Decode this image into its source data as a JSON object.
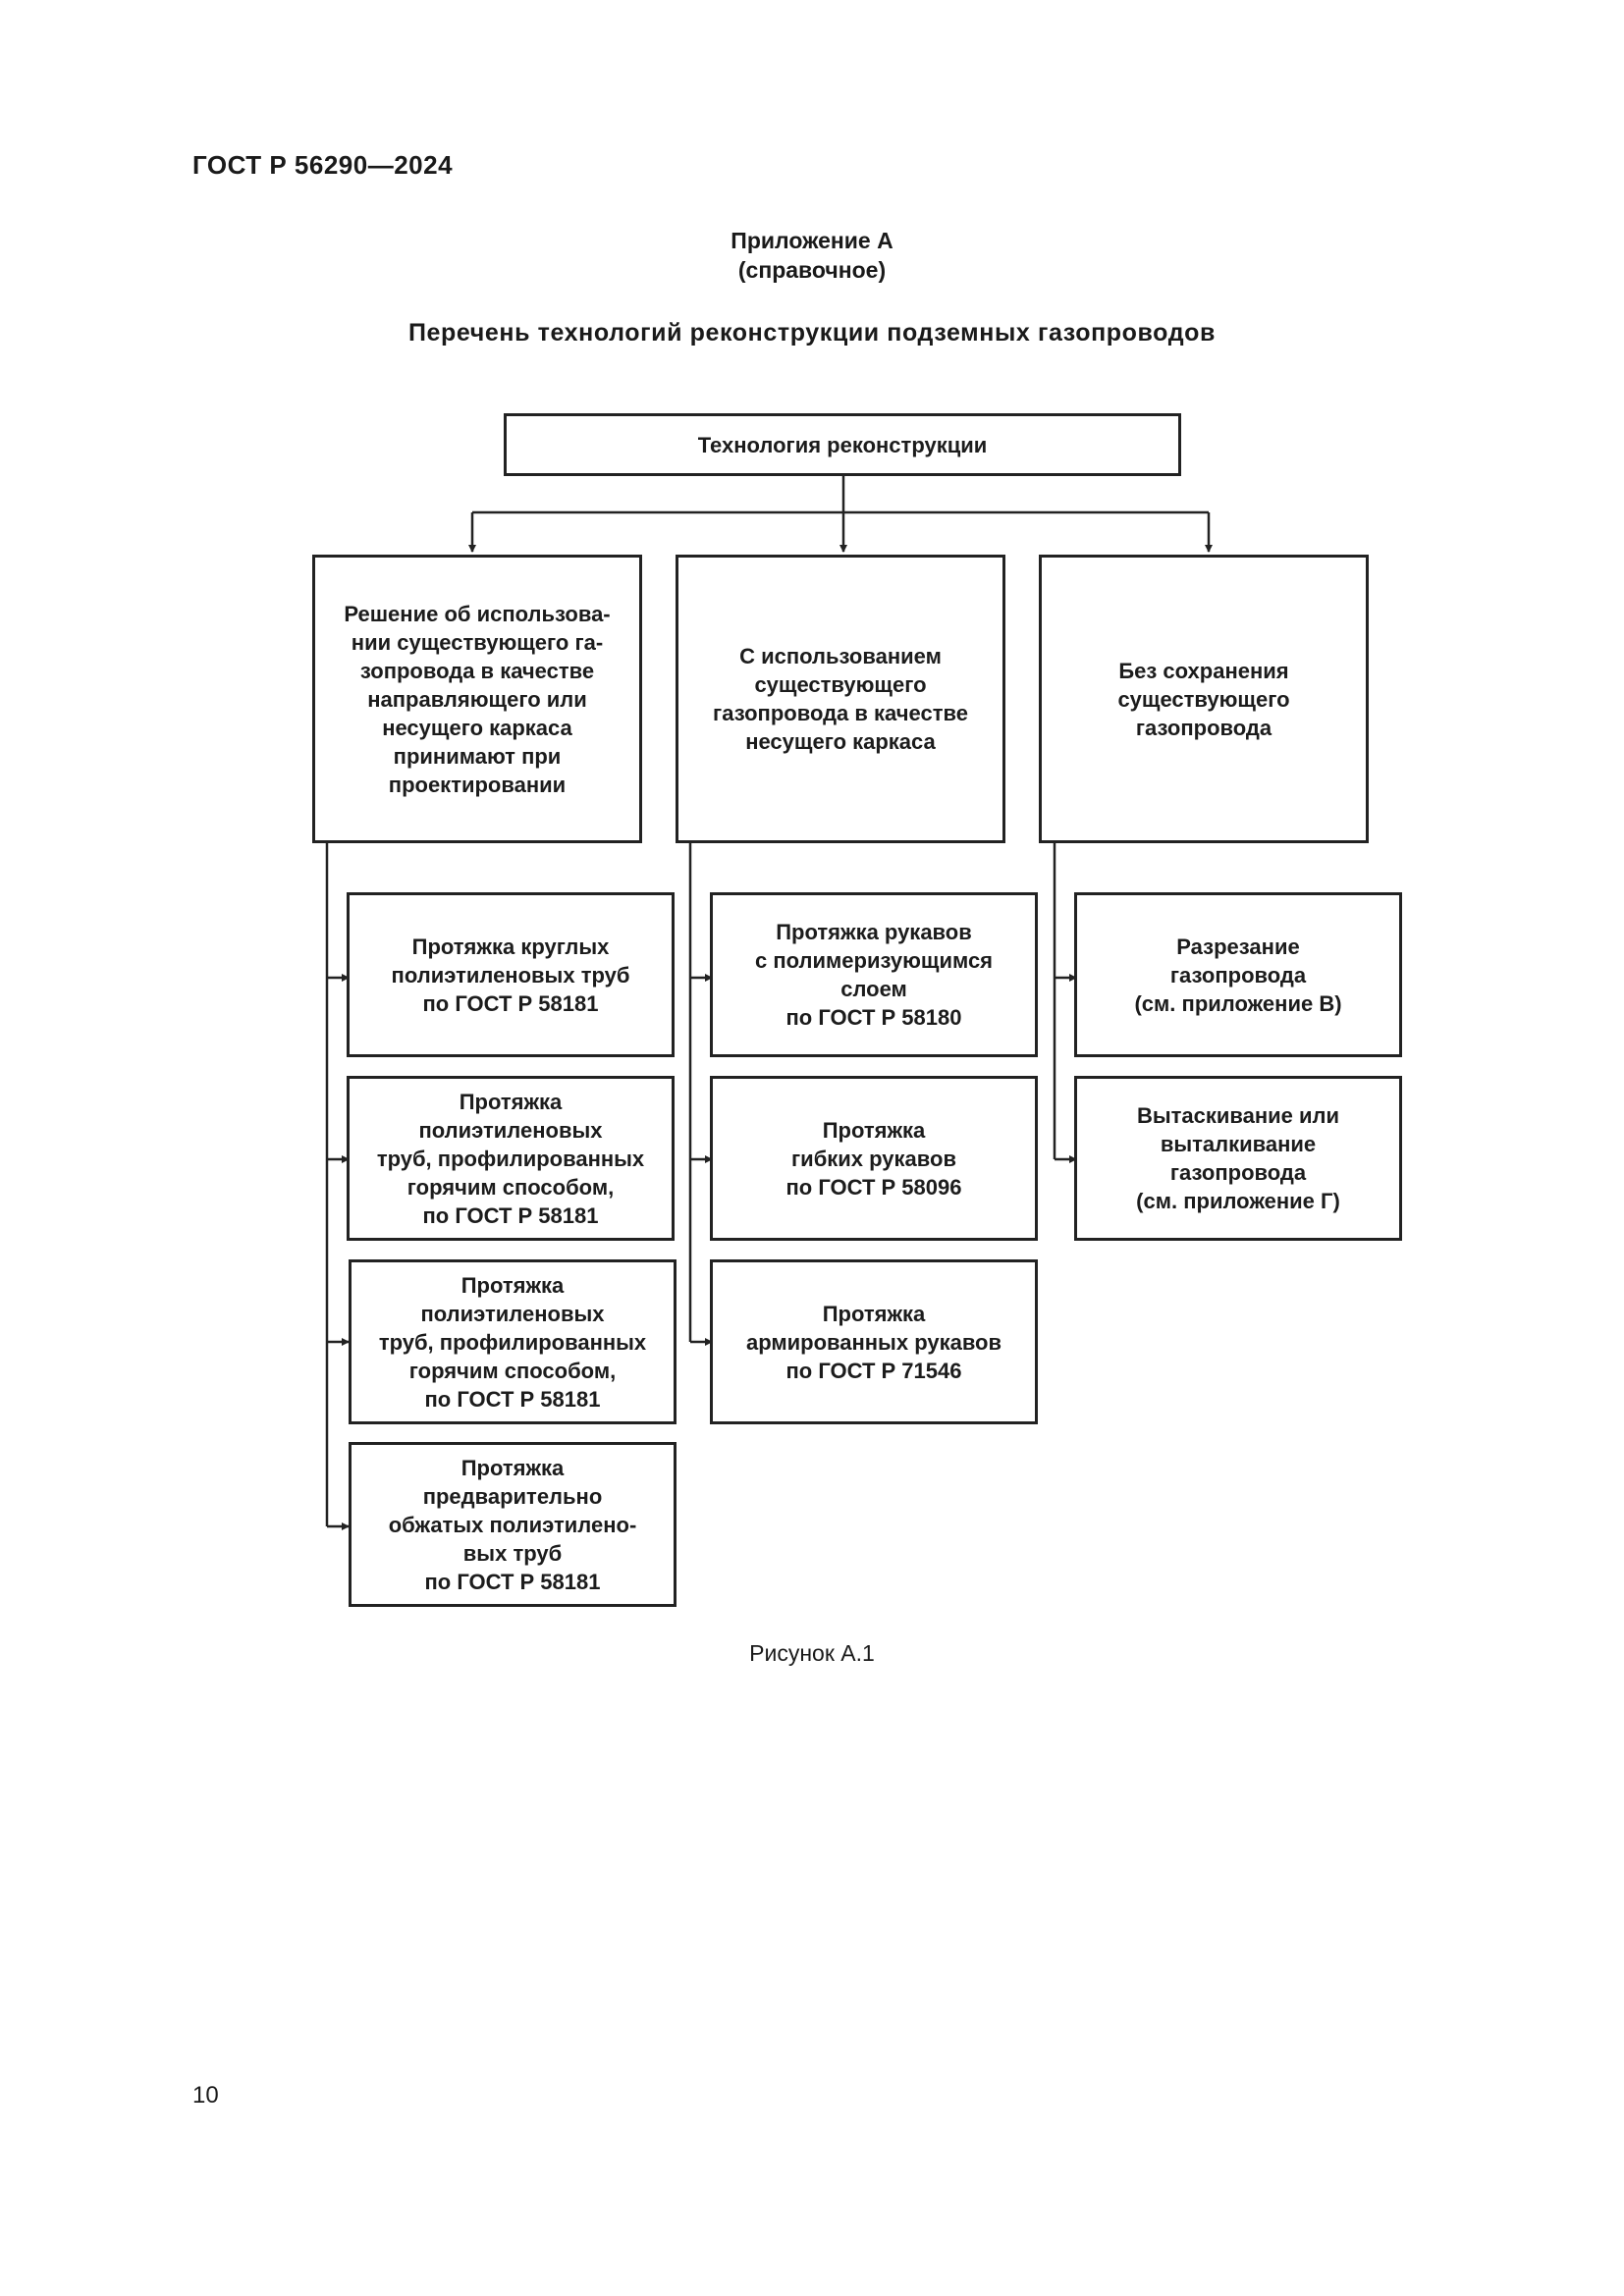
{
  "header": {
    "standard": "ГОСТ Р 56290—2024"
  },
  "appendix": {
    "title": "Приложение А",
    "subtitle": "(справочное)"
  },
  "page_title": "Перечень технологий реконструкции подземных газопроводов",
  "diagram": {
    "root": "Технология реконструкции",
    "categories": [
      "Решение об использова-\nнии существующего га-\nзопровода в качестве\nнаправляющего или\nнесущего каркаса\nпринимают при\nпроектировании",
      "С использованием\nсуществующего\nгазопровода в качестве\nнесущего каркаса",
      "Без сохранения\nсуществующего\nгазопровода"
    ],
    "col1_items": [
      "Протяжка круглых\nполиэтиленовых труб\nпо ГОСТ Р 58181",
      "Протяжка\nполиэтиленовых\nтруб, профилированных\nгорячим способом,\nпо ГОСТ Р 58181",
      "Протяжка\nполиэтиленовых\nтруб, профилированных\nгорячим способом,\nпо ГОСТ Р 58181",
      "Протяжка\nпредварительно\nобжатых полиэтилено-\nвых труб\nпо ГОСТ Р 58181"
    ],
    "col2_items": [
      "Протяжка рукавов\nс полимеризующимся\nслоем\nпо ГОСТ Р 58180",
      "Протяжка\nгибких рукавов\nпо ГОСТ Р 58096",
      "Протяжка\nармированных рукавов\nпо ГОСТ Р 71546"
    ],
    "col3_items": [
      "Разрезание\nгазопровода\n(см. приложение В)",
      "Вытаскивание или\nвыталкивание\nгазопровода\n(см. приложение Г)"
    ]
  },
  "caption": "Рисунок А.1",
  "page_number": "10"
}
